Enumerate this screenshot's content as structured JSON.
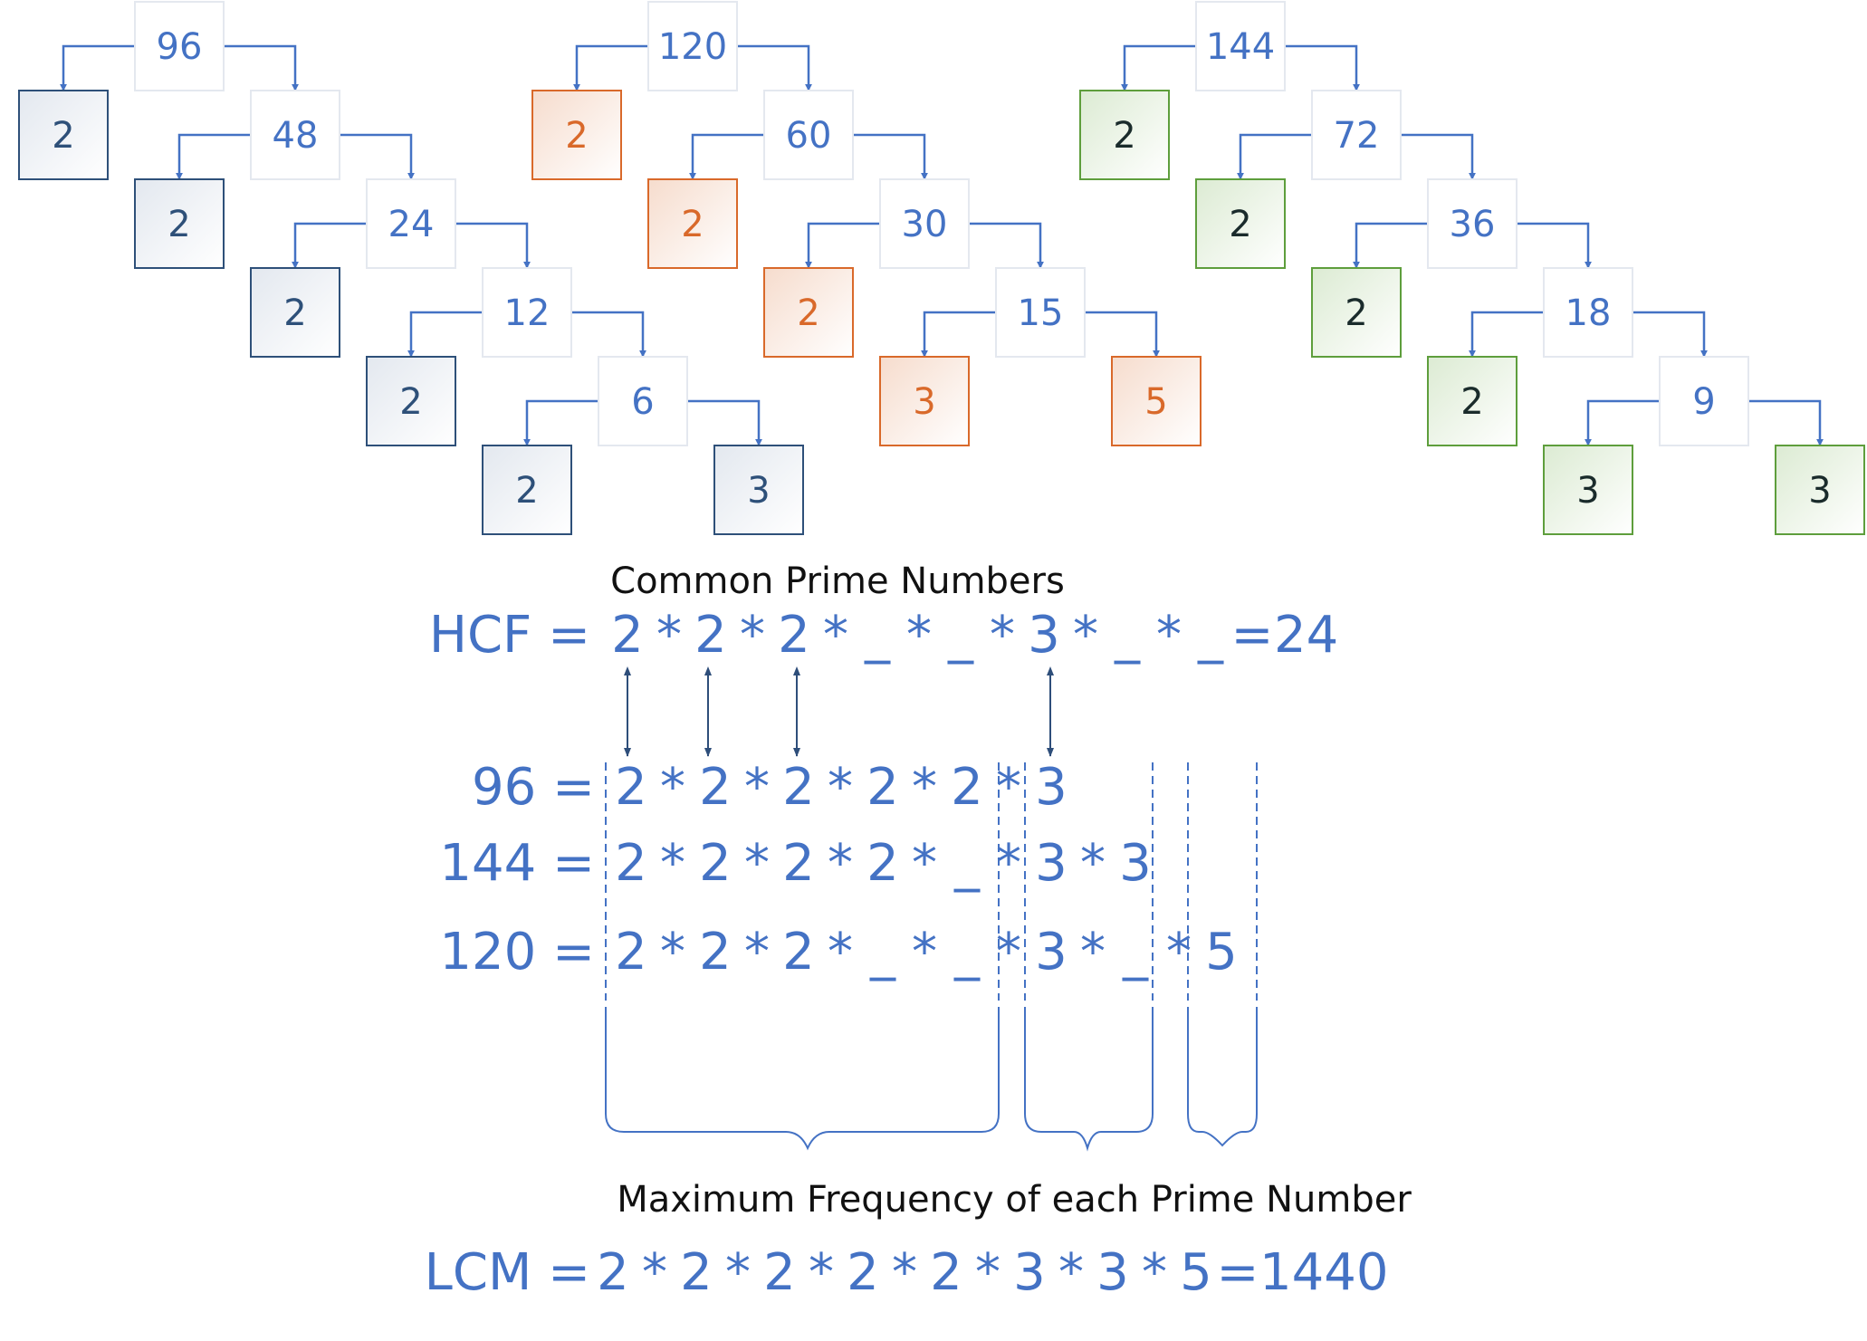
{
  "colors": {
    "accent": "#4472c4",
    "tree_96_box": "#2e5079",
    "tree_96_text": "#2e5079",
    "tree_120_box": "#d9692a",
    "tree_120_text": "#d9692a",
    "tree_144_box": "#5e9e3c",
    "tree_144_text": "#1a2b2b",
    "composite_border": "#e4e8ef",
    "caption_text": "#111111",
    "arrow_dark": "#2e4e7a"
  },
  "trees": [
    {
      "root": "96",
      "color_key": "96",
      "composites": [
        "96",
        "48",
        "24",
        "12",
        "6"
      ],
      "primes": [
        "2",
        "2",
        "2",
        "2",
        "2",
        "3"
      ]
    },
    {
      "root": "120",
      "color_key": "120",
      "composites": [
        "120",
        "60",
        "30",
        "15"
      ],
      "primes": [
        "2",
        "2",
        "2",
        "3",
        "5"
      ]
    },
    {
      "root": "144",
      "color_key": "144",
      "composites": [
        "144",
        "72",
        "36",
        "18",
        "9"
      ],
      "primes": [
        "2",
        "2",
        "2",
        "2",
        "3",
        "3"
      ]
    }
  ],
  "captions": {
    "common": "Common Prime Numbers",
    "maximum": "Maximum Frequency of each Prime Number"
  },
  "hcf": {
    "label": "HCF =",
    "tokens": [
      "2",
      "*",
      "2",
      "*",
      "2",
      "*",
      "_",
      "*",
      "_",
      "*",
      "3",
      "*",
      "_",
      "*",
      "_",
      "=",
      "24"
    ]
  },
  "factor_rows": [
    {
      "label": "96 =",
      "cells": [
        "2",
        "2",
        "2",
        "2",
        "2",
        "3",
        "",
        ""
      ]
    },
    {
      "label": "144 =",
      "cells": [
        "2",
        "2",
        "2",
        "2",
        "_",
        "3",
        "3",
        ""
      ]
    },
    {
      "label": "120 =",
      "cells": [
        "2",
        "2",
        "2",
        "_",
        "_",
        "3",
        "_",
        "5"
      ]
    }
  ],
  "lcm": {
    "label": "LCM =",
    "tokens": [
      "2",
      "*",
      "2",
      "*",
      "2",
      "*",
      "2",
      "*",
      "2",
      "*",
      "3",
      "*",
      "3",
      "*",
      "5",
      "=",
      "1440"
    ]
  }
}
